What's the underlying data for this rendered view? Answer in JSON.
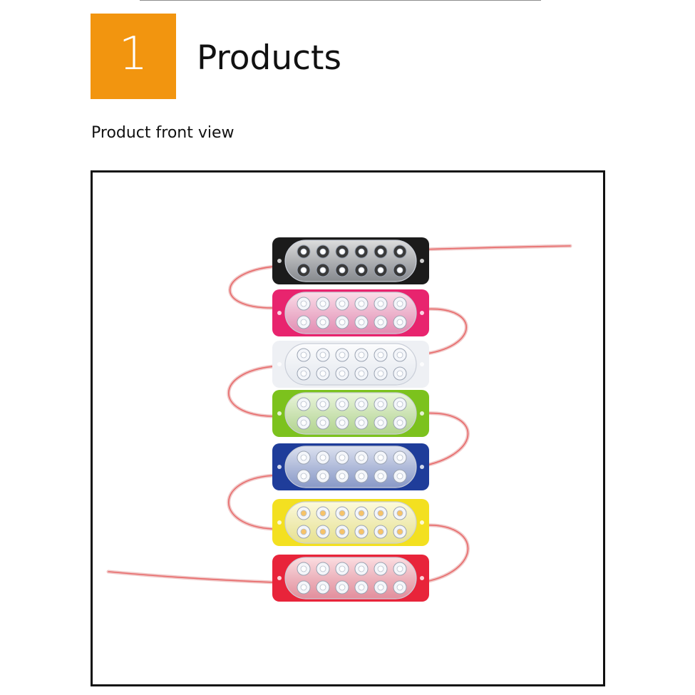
{
  "section": {
    "number": "1",
    "title": "Products",
    "accent_color": "#f2950f"
  },
  "subtitle": "Product front view",
  "product_image": {
    "light_colors": [
      "#1b1b1b",
      "#e8246e",
      "#eef0f4",
      "#7cc21d",
      "#1f3d9a",
      "#f3e020",
      "#e8243a"
    ]
  }
}
